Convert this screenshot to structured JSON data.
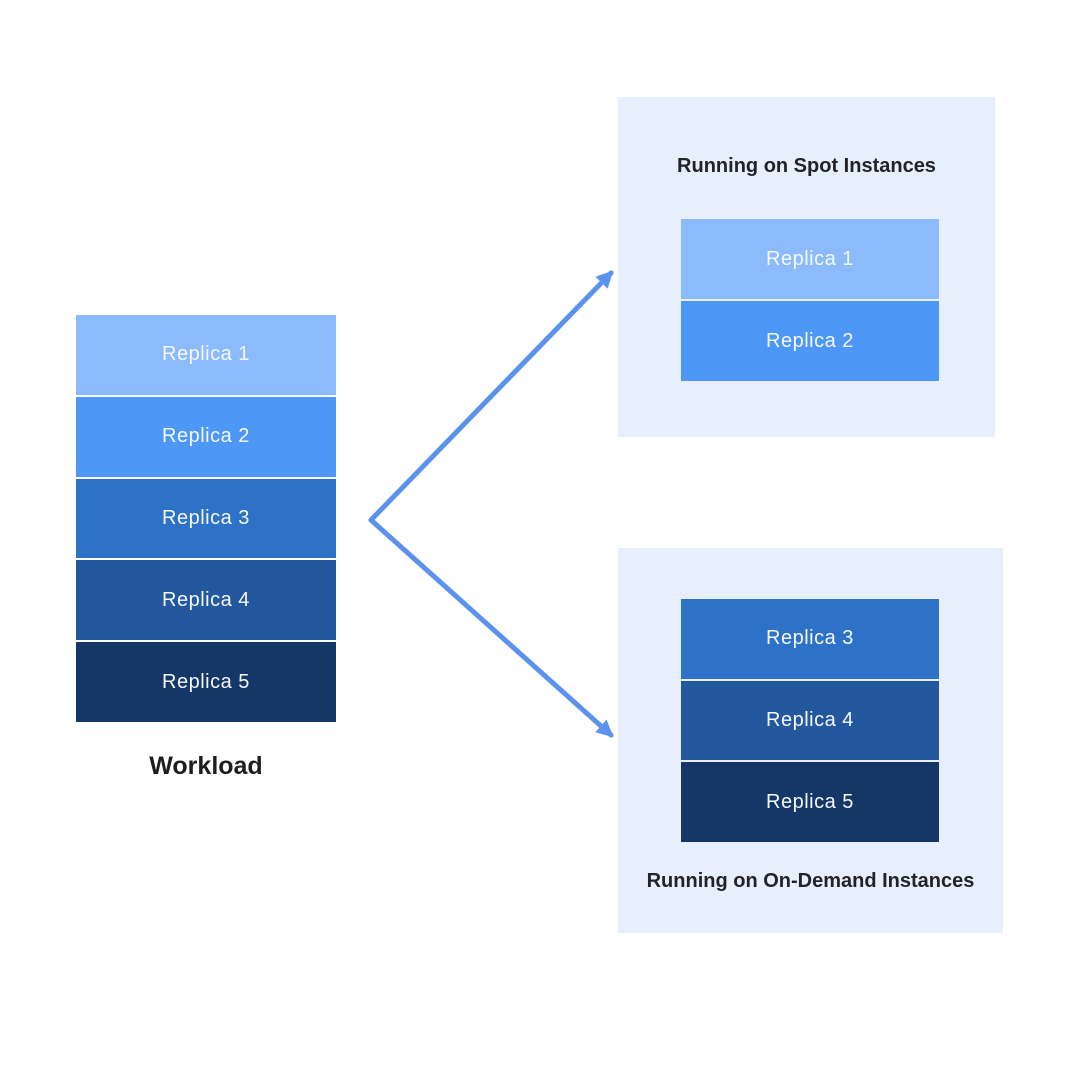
{
  "diagram": {
    "workload": {
      "label": "Workload",
      "replicas": [
        {
          "label": "Replica 1",
          "color": "#8cbbfb"
        },
        {
          "label": "Replica 2",
          "color": "#4d97f7"
        },
        {
          "label": "Replica 3",
          "color": "#2e72c8"
        },
        {
          "label": "Replica 4",
          "color": "#23589e"
        },
        {
          "label": "Replica 5",
          "color": "#153767"
        }
      ]
    },
    "spot_panel": {
      "title": "Running on Spot Instances",
      "replicas": [
        {
          "label": "Replica 1",
          "color": "#8cbbfb"
        },
        {
          "label": "Replica 2",
          "color": "#4d97f7"
        }
      ]
    },
    "ondemand_panel": {
      "title": "Running on On-Demand Instances",
      "replicas": [
        {
          "label": "Replica 3",
          "color": "#2e72c8"
        },
        {
          "label": "Replica 4",
          "color": "#23589e"
        },
        {
          "label": "Replica 5",
          "color": "#153767"
        }
      ]
    },
    "colors": {
      "background": "#ffffff",
      "panel_background": "#e7effc",
      "arrow": "#5b92ee",
      "title_text": "#1e1e1e",
      "replica_text": "#f4f8ff"
    }
  }
}
